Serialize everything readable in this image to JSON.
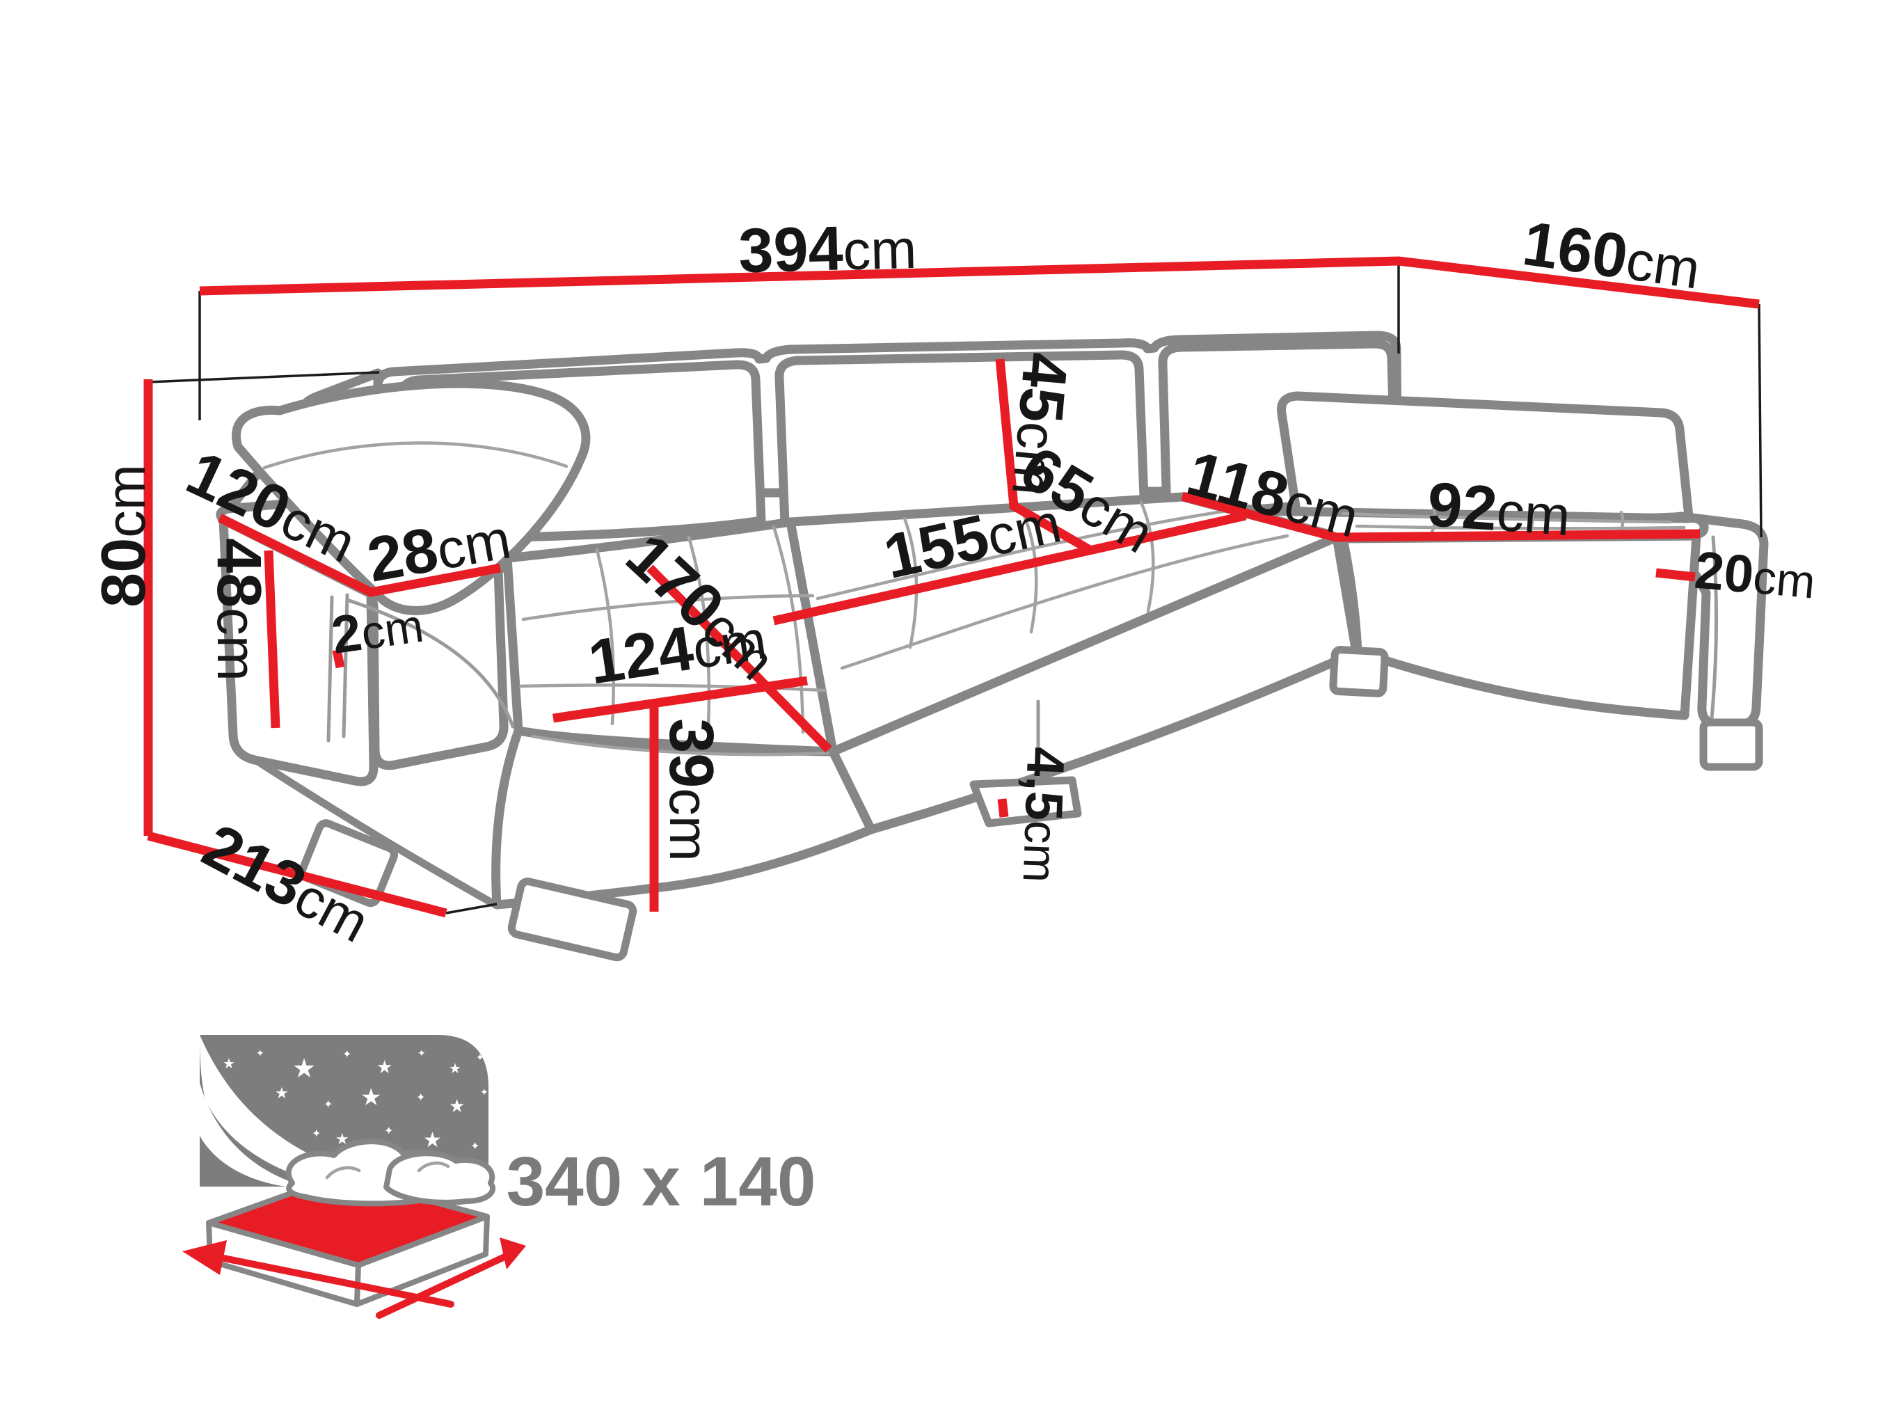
{
  "diagram": {
    "type": "sofa-dimension-diagram",
    "dimensions": {
      "width_total": {
        "value": "394",
        "unit": "cm"
      },
      "depth_right": {
        "value": "160",
        "unit": "cm"
      },
      "height": {
        "value": "80",
        "unit": "cm"
      },
      "armrest_length": {
        "value": "120",
        "unit": "cm"
      },
      "armrest_width": {
        "value": "28",
        "unit": "cm"
      },
      "armrest_height": {
        "value": "48",
        "unit": "cm"
      },
      "armrest_seat_gap": {
        "value": "2",
        "unit": "cm"
      },
      "depth_left": {
        "value": "213",
        "unit": "cm"
      },
      "chaise_length": {
        "value": "170",
        "unit": "cm"
      },
      "chaise_front_width": {
        "value": "124",
        "unit": "cm"
      },
      "seat_height": {
        "value": "39",
        "unit": "cm"
      },
      "middle_seat_width": {
        "value": "155",
        "unit": "cm"
      },
      "back_cushion_height": {
        "value": "45",
        "unit": "cm"
      },
      "seat_depth": {
        "value": "65",
        "unit": "cm"
      },
      "right_chaise_length": {
        "value": "118",
        "unit": "cm"
      },
      "right_seat_width": {
        "value": "92",
        "unit": "cm"
      },
      "right_armrest_width": {
        "value": "20",
        "unit": "cm"
      },
      "leg_height": {
        "value": "4,5",
        "unit": "cm"
      }
    },
    "sleeping_area": "340 x 140",
    "icons": {
      "star5": "★",
      "star4": "✦"
    },
    "colors": {
      "dimension_red": "#e81c24",
      "outline_grey": "#868686",
      "text_black": "#161616",
      "label_grey": "#7a7a7a",
      "night_sky_grey": "#7d7d7d"
    }
  }
}
